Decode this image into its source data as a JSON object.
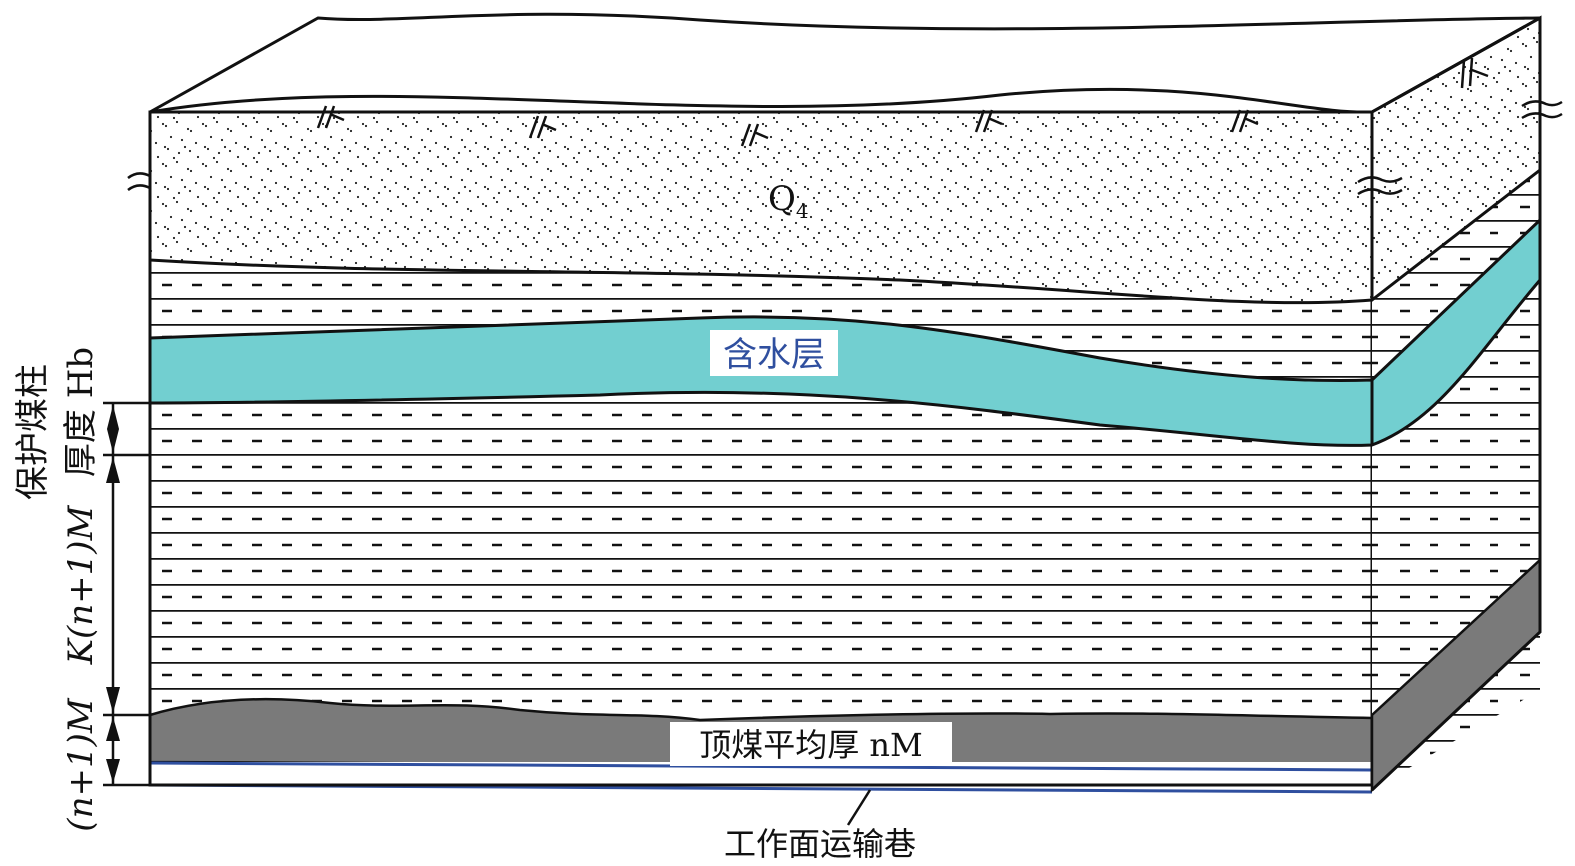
{
  "labels": {
    "q_letter": "Q",
    "q_subscript": "4",
    "aquifer": "含水层",
    "top_coal": "顶煤平均厚 nM",
    "roadway": "工作面运输巷",
    "pillar_line1": "保护煤柱",
    "pillar_line2": "厚度 Hb",
    "k_height": "K(n+1)M",
    "n_height": "(n+1)M"
  },
  "colors": {
    "aquifer": "#72cfd0",
    "coal": "#7a7a7a",
    "roadway_line": "#2f4f9f",
    "ink": "#111111"
  }
}
